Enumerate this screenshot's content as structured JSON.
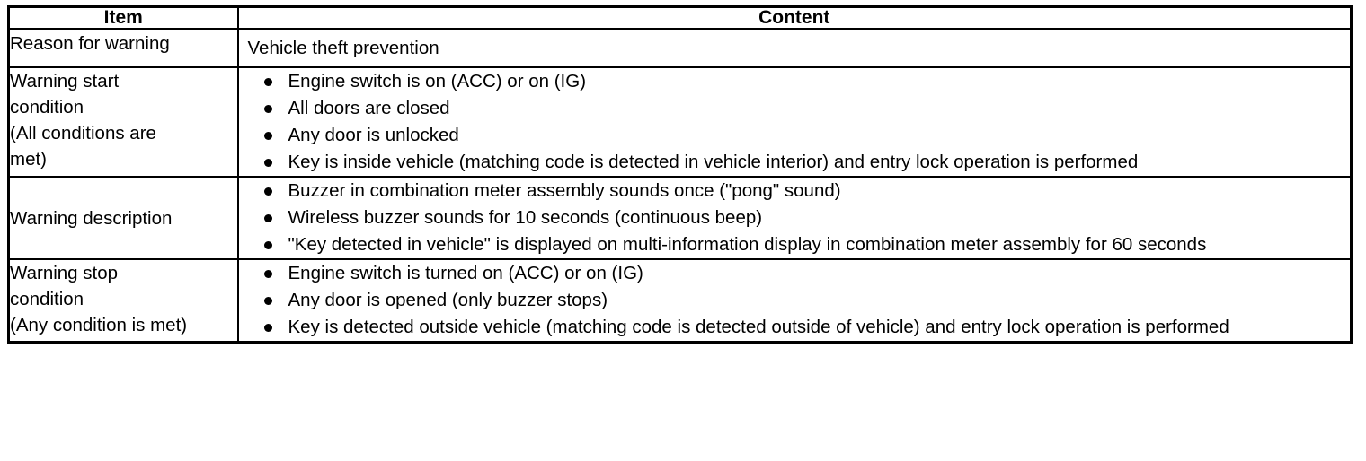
{
  "table": {
    "headers": {
      "item": "Item",
      "content": "Content"
    },
    "rows": [
      {
        "item_lines": [
          "Reason for warning"
        ],
        "item_align": "top",
        "content_type": "text",
        "content_text": "Vehicle theft prevention"
      },
      {
        "item_lines": [
          "Warning start",
          "condition",
          "(All conditions are",
          "met)"
        ],
        "item_align": "top",
        "content_type": "bullets",
        "bullets": [
          "Engine switch is on (ACC) or on (IG)",
          "All doors are closed",
          "Any door is unlocked",
          "Key is inside vehicle (matching code is detected in vehicle interior) and entry lock operation is performed"
        ]
      },
      {
        "item_lines": [
          "Warning description"
        ],
        "item_align": "middle",
        "content_type": "bullets",
        "bullets": [
          "Buzzer in combination meter assembly sounds once (\"pong\" sound)",
          "Wireless buzzer sounds for 10 seconds (continuous beep)",
          "\"Key detected in vehicle\" is displayed on multi-information display in combination meter assembly for 60 seconds"
        ]
      },
      {
        "item_lines": [
          "Warning stop",
          "condition",
          "(Any condition is met)"
        ],
        "item_align": "top",
        "content_type": "bullets",
        "bullets": [
          "Engine switch is turned on (ACC) or on (IG)",
          "Any door is opened (only buzzer stops)",
          "Key is detected outside vehicle (matching code is detected outside of vehicle) and entry lock operation is performed"
        ]
      }
    ]
  },
  "colors": {
    "border": "#000000",
    "background": "#ffffff",
    "text": "#000000"
  }
}
